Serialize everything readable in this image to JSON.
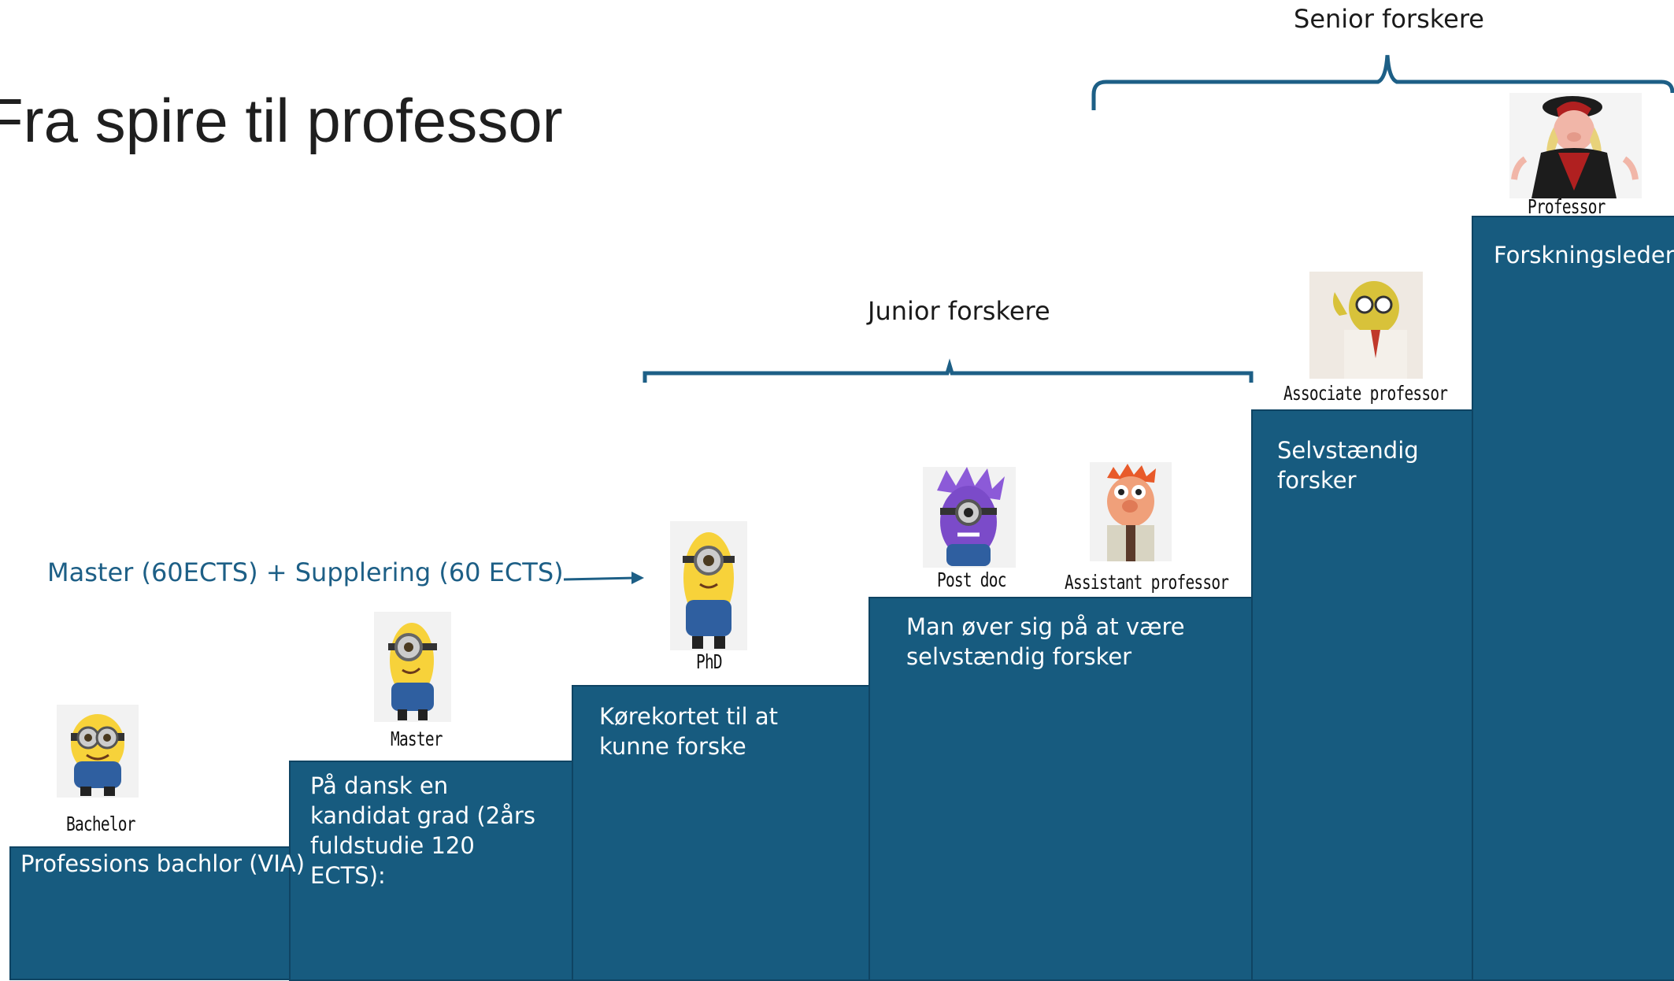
{
  "slide": {
    "title": "Fra spire til professor"
  },
  "groups": {
    "junior": "Junior forskere",
    "senior": "Senior forskere"
  },
  "note": "Master (60ECTS) + Supplering (60 ECTS)",
  "steps": [
    {
      "caption": "Bachelor",
      "text": "Professions bachlor (VIA)",
      "character": "minion-bachelor"
    },
    {
      "caption": "Master",
      "text": "På dansk en kandidat grad (2års fuldstudie 120 ECTS):",
      "character": "minion-master"
    },
    {
      "caption": "PhD",
      "text": "Kørekortet til at kunne forske",
      "character": "minion-phd"
    },
    {
      "caption": "Post doc",
      "caption2": "Assistant professor",
      "text": "Man øver sig på at være selvstændig forsker",
      "character": "purple-minion",
      "character2": "beaker-muppet"
    },
    {
      "caption": "Associate professor",
      "text": "Selvstændig forsker",
      "character": "bunsen-muppet"
    },
    {
      "caption": "Professor",
      "text": "Forskningsleder",
      "character": "miss-piggy"
    }
  ],
  "colors": {
    "step_fill": "#175b7f",
    "bracket": "#1d5f86",
    "note_text": "#1d5f86"
  }
}
